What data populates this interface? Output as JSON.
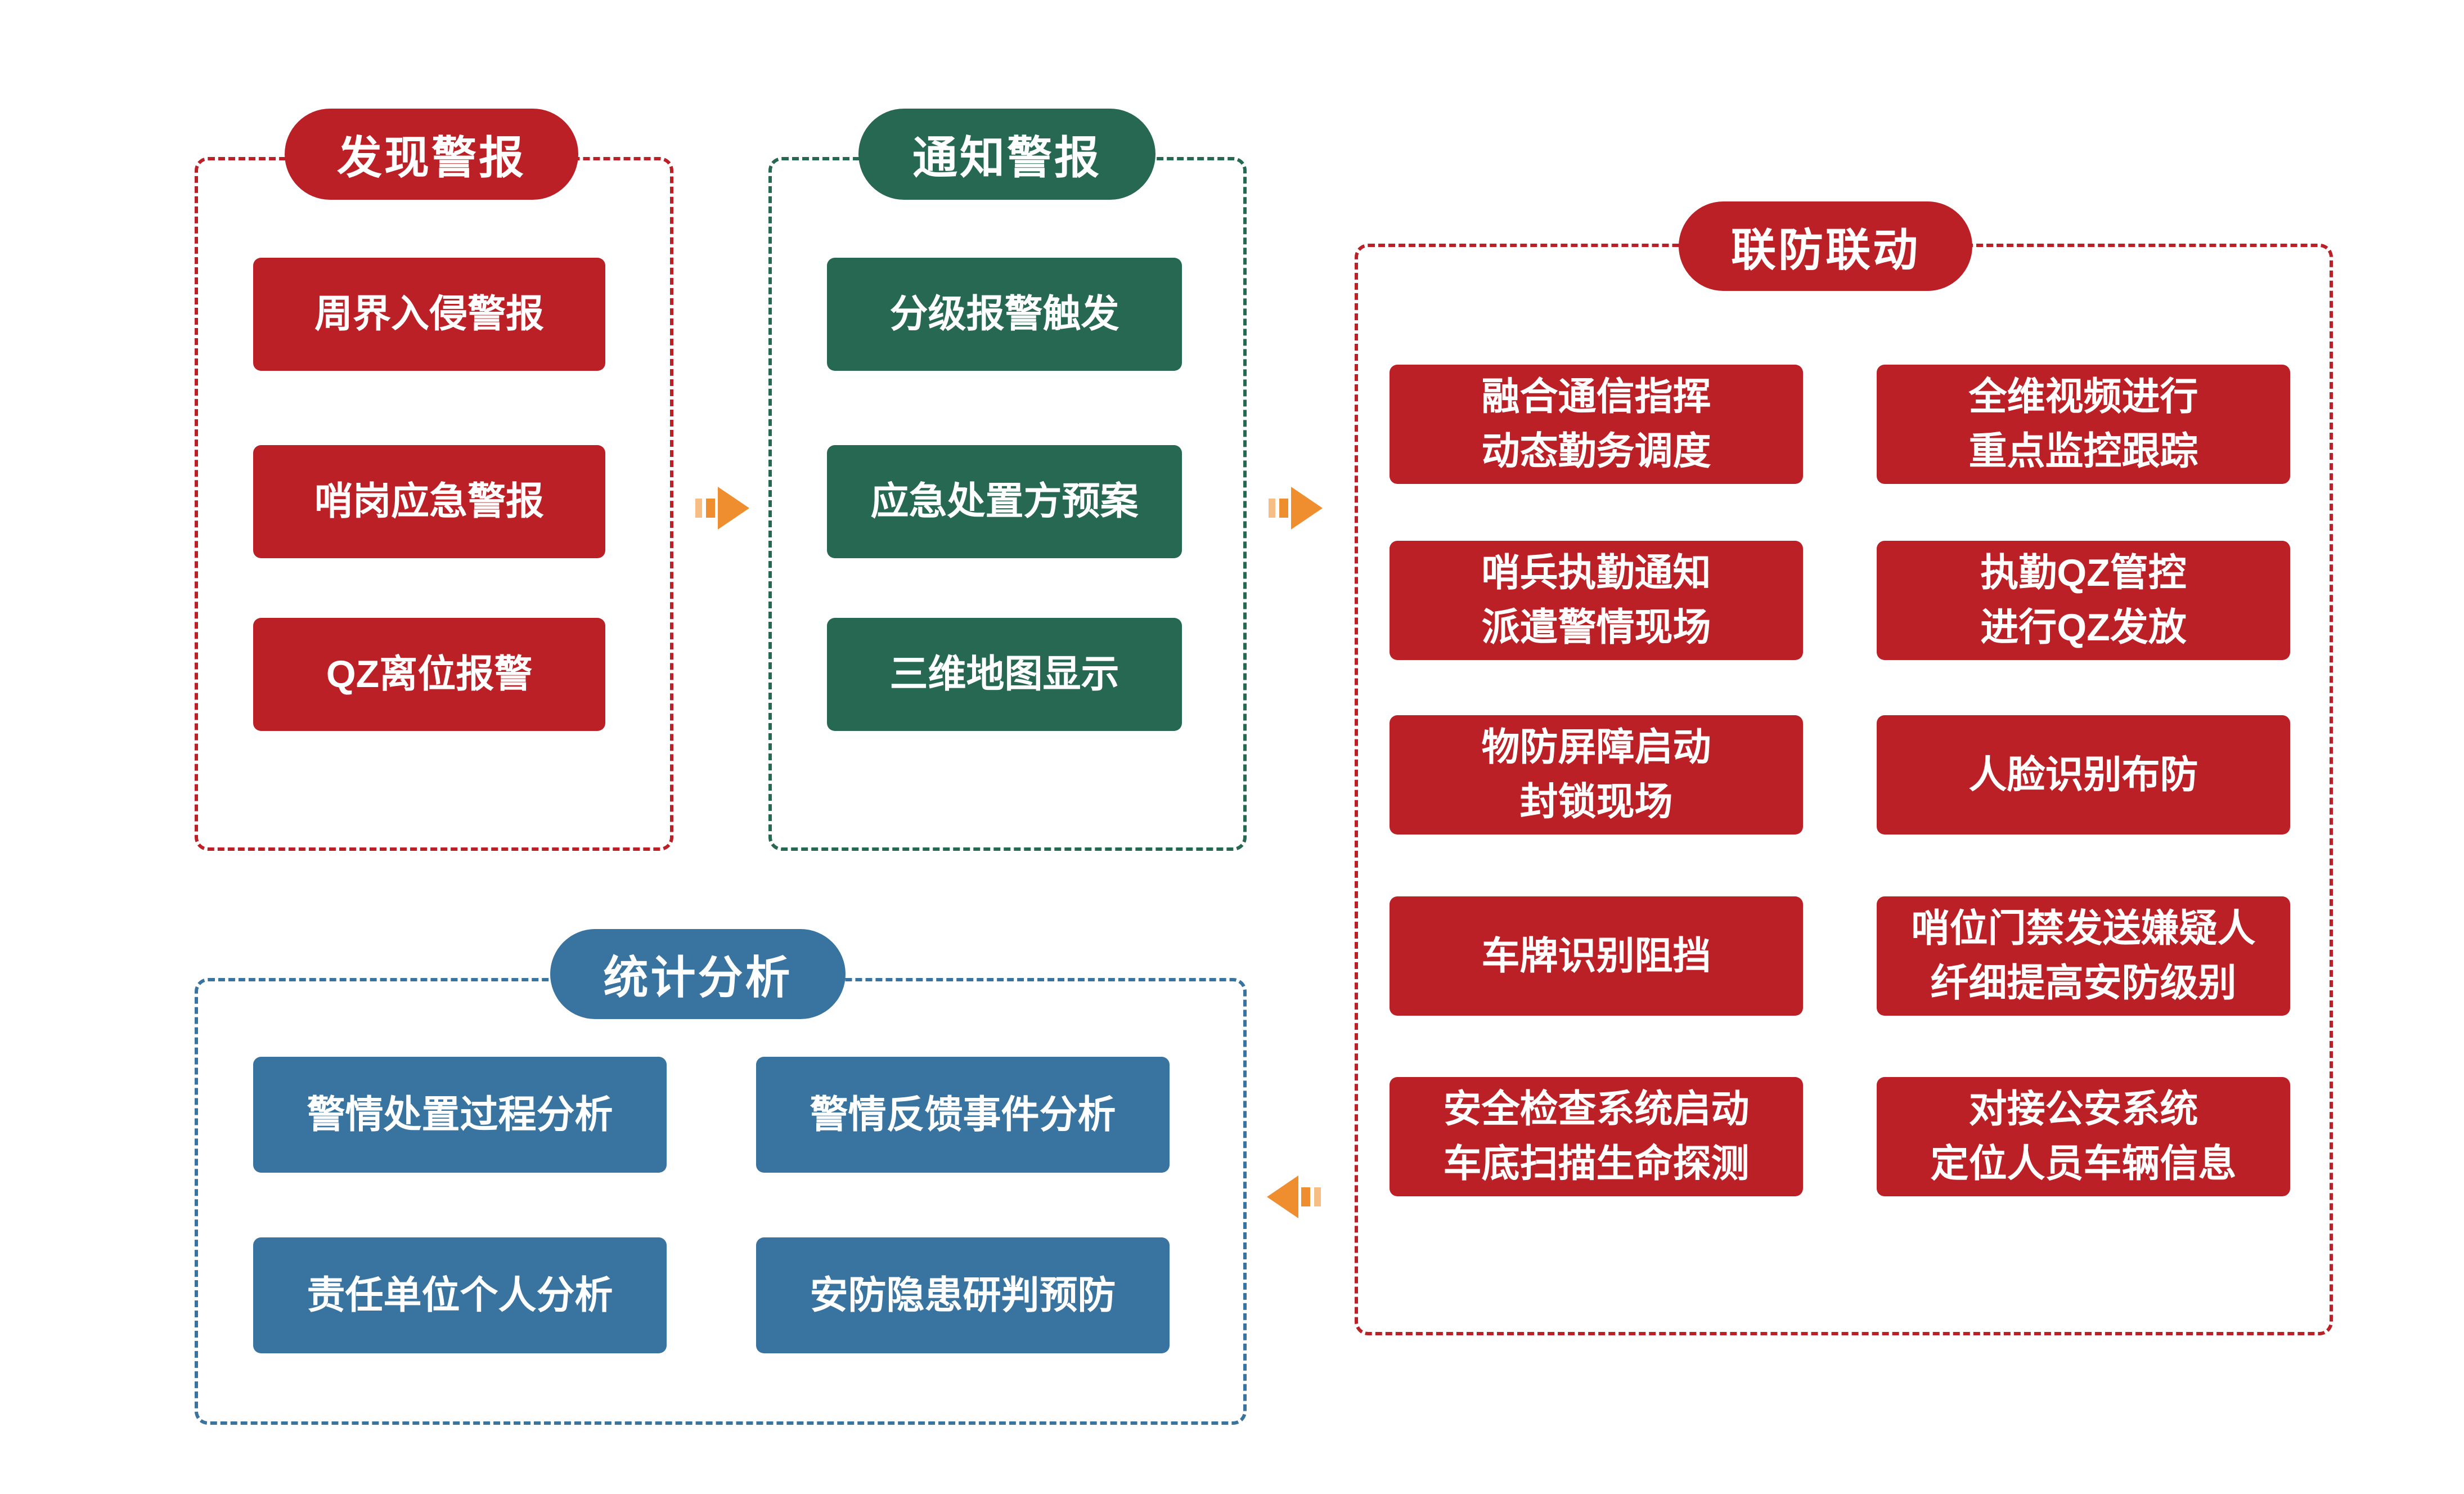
{
  "colors": {
    "red": "#BC2027",
    "green": "#266852",
    "blue": "#38749F",
    "orange": "#EE8E2E",
    "orange_light": "#F6BE85"
  },
  "sections": {
    "discover": {
      "title": "发现警报",
      "items": [
        "周界入侵警报",
        "哨岗应急警报",
        "QZ离位报警"
      ]
    },
    "notify": {
      "title": "通知警报",
      "items": [
        "分级报警触发",
        "应急处置方预案",
        "三维地图显示"
      ]
    },
    "joint": {
      "title": "联防联动",
      "left_items": [
        "融合通信指挥\n动态勤务调度",
        "哨兵执勤通知\n派遣警情现场",
        "物防屏障启动\n封锁现场",
        "车牌识别阻挡",
        "安全检查系统启动\n车底扫描生命探测"
      ],
      "right_items": [
        "全维视频进行\n重点监控跟踪",
        "执勤QZ管控\n进行QZ发放",
        "人脸识别布防",
        "哨位门禁发送嫌疑人\n纤细提高安防级别",
        "对接公安系统\n定位人员车辆信息"
      ]
    },
    "stats": {
      "title": "统计分析",
      "items": [
        "警情处置过程分析",
        "警情反馈事件分析",
        "责任单位个人分析",
        "安防隐患研判预防"
      ]
    }
  },
  "icons": {
    "forward_arrow": "fast-forward-arrow-icon",
    "backward_arrow": "fast-rewind-arrow-icon"
  }
}
